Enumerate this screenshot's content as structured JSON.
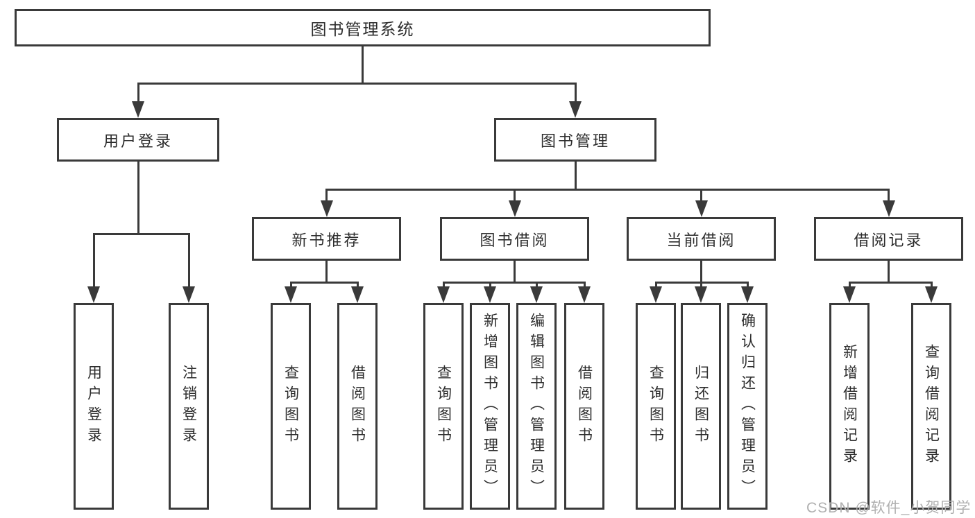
{
  "tree": {
    "root": {
      "label": "图书管理系统"
    },
    "branches": [
      {
        "label": "用户登录",
        "children": [
          {
            "label": "用户登录"
          },
          {
            "label": "注销登录"
          }
        ]
      },
      {
        "label": "图书管理",
        "children": [
          {
            "label": "新书推荐",
            "children": [
              {
                "label": "查询图书"
              },
              {
                "label": "借阅图书"
              }
            ]
          },
          {
            "label": "图书借阅",
            "children": [
              {
                "label": "查询图书"
              },
              {
                "label": "新增图书（管理员）"
              },
              {
                "label": "编辑图书（管理员）"
              },
              {
                "label": "借阅图书"
              }
            ]
          },
          {
            "label": "当前借阅",
            "children": [
              {
                "label": "查询图书"
              },
              {
                "label": "归还图书"
              },
              {
                "label": "确认归还（管理员）"
              }
            ]
          },
          {
            "label": "借阅记录",
            "children": [
              {
                "label": "新增借阅记录"
              },
              {
                "label": "查询借阅记录"
              }
            ]
          }
        ]
      }
    ]
  },
  "watermark": "CSDN @软件_小贺同学",
  "colors": {
    "line": "#3a3a3a",
    "text": "#2d2d2d",
    "watermark": "#b0b0b0",
    "background": "#ffffff"
  }
}
